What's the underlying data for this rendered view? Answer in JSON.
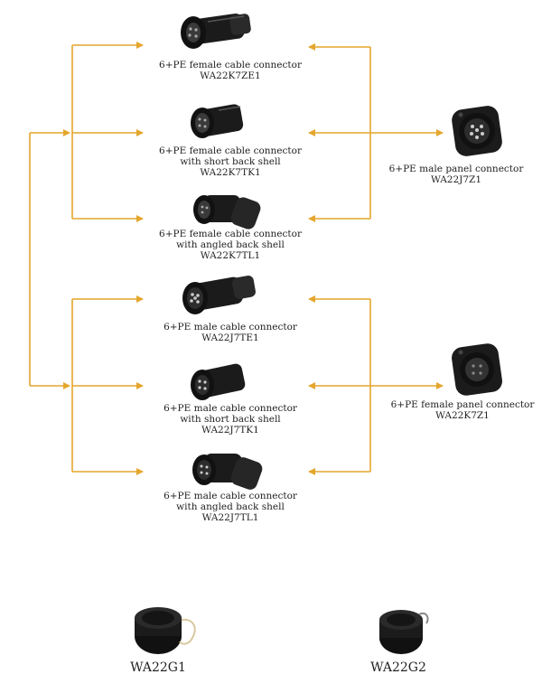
{
  "colors": {
    "arrow": "#e4a62c",
    "connector_body": "#1b1b1b",
    "connector_highlight": "#555555"
  },
  "nodes": {
    "n1": {
      "lines": [
        "6+PE female cable connector",
        "WA22K7ZE1"
      ],
      "icon": "straight-female-connector-icon"
    },
    "n2": {
      "lines": [
        "6+PE female cable connector",
        "with short back shell",
        "WA22K7TK1"
      ],
      "icon": "short-female-connector-icon"
    },
    "n3": {
      "lines": [
        "6+PE female cable connector",
        "with angled back shell",
        "WA22K7TL1"
      ],
      "icon": "angled-female-connector-icon"
    },
    "n4": {
      "lines": [
        "6+PE male cable connector",
        "WA22J7TE1"
      ],
      "icon": "straight-male-connector-icon"
    },
    "n5": {
      "lines": [
        "6+PE male cable connector",
        "with short back shell",
        "WA22J7TK1"
      ],
      "icon": "short-male-connector-icon"
    },
    "n6": {
      "lines": [
        "6+PE male cable connector",
        "with angled back shell",
        "WA22J7TL1"
      ],
      "icon": "angled-male-connector-icon"
    },
    "p1": {
      "lines": [
        "6+PE male panel connector",
        "WA22J7Z1"
      ],
      "icon": "male-panel-connector-icon"
    },
    "p2": {
      "lines": [
        "6+PE female panel connector",
        "WA22K7Z1"
      ],
      "icon": "female-panel-connector-icon"
    }
  },
  "caps": {
    "g1": {
      "code": "WA22G1",
      "icon": "cable-cap-icon"
    },
    "g2": {
      "code": "WA22G2",
      "icon": "panel-cap-icon"
    }
  }
}
